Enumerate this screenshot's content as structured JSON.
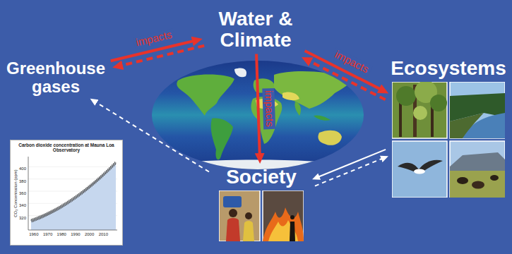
{
  "diagram": {
    "nodes": [
      {
        "text": [
          "Water & Climate"
        ]
      },
      {
        "text": [
          "Greenhouse gases"
        ]
      },
      {
        "text": [
          "Ecosystems"
        ]
      },
      {
        "text": [
          "Society"
        ]
      }
    ],
    "edges": [
      {
        "from": 1,
        "to": 0,
        "arrow": "to",
        "label": "impacts"
      },
      {
        "from": 0,
        "to": 1,
        "arrow": "to"
      },
      {
        "from": 0,
        "to": 2,
        "arrow": "to",
        "label": "impacts"
      },
      {
        "from": 2,
        "to": 0,
        "arrow": "to"
      },
      {
        "from": 0,
        "to": 3,
        "arrow": "to",
        "label": "impacts"
      },
      {
        "from": 3,
        "to": 1,
        "arrow": "to"
      },
      {
        "from": 2,
        "to": 3,
        "arrow": "to"
      },
      {
        "from": 3,
        "to": 2,
        "arrow": "to"
      }
    ],
    "labels": [
      "Carbon dioxide concentration at Mauna Loa Observatory",
      "CO₂ Concentration (ppm)",
      "1960",
      "1970",
      "1980",
      "1990",
      "2000",
      "2010",
      "320",
      "340",
      "360",
      "380",
      "400"
    ]
  }
}
